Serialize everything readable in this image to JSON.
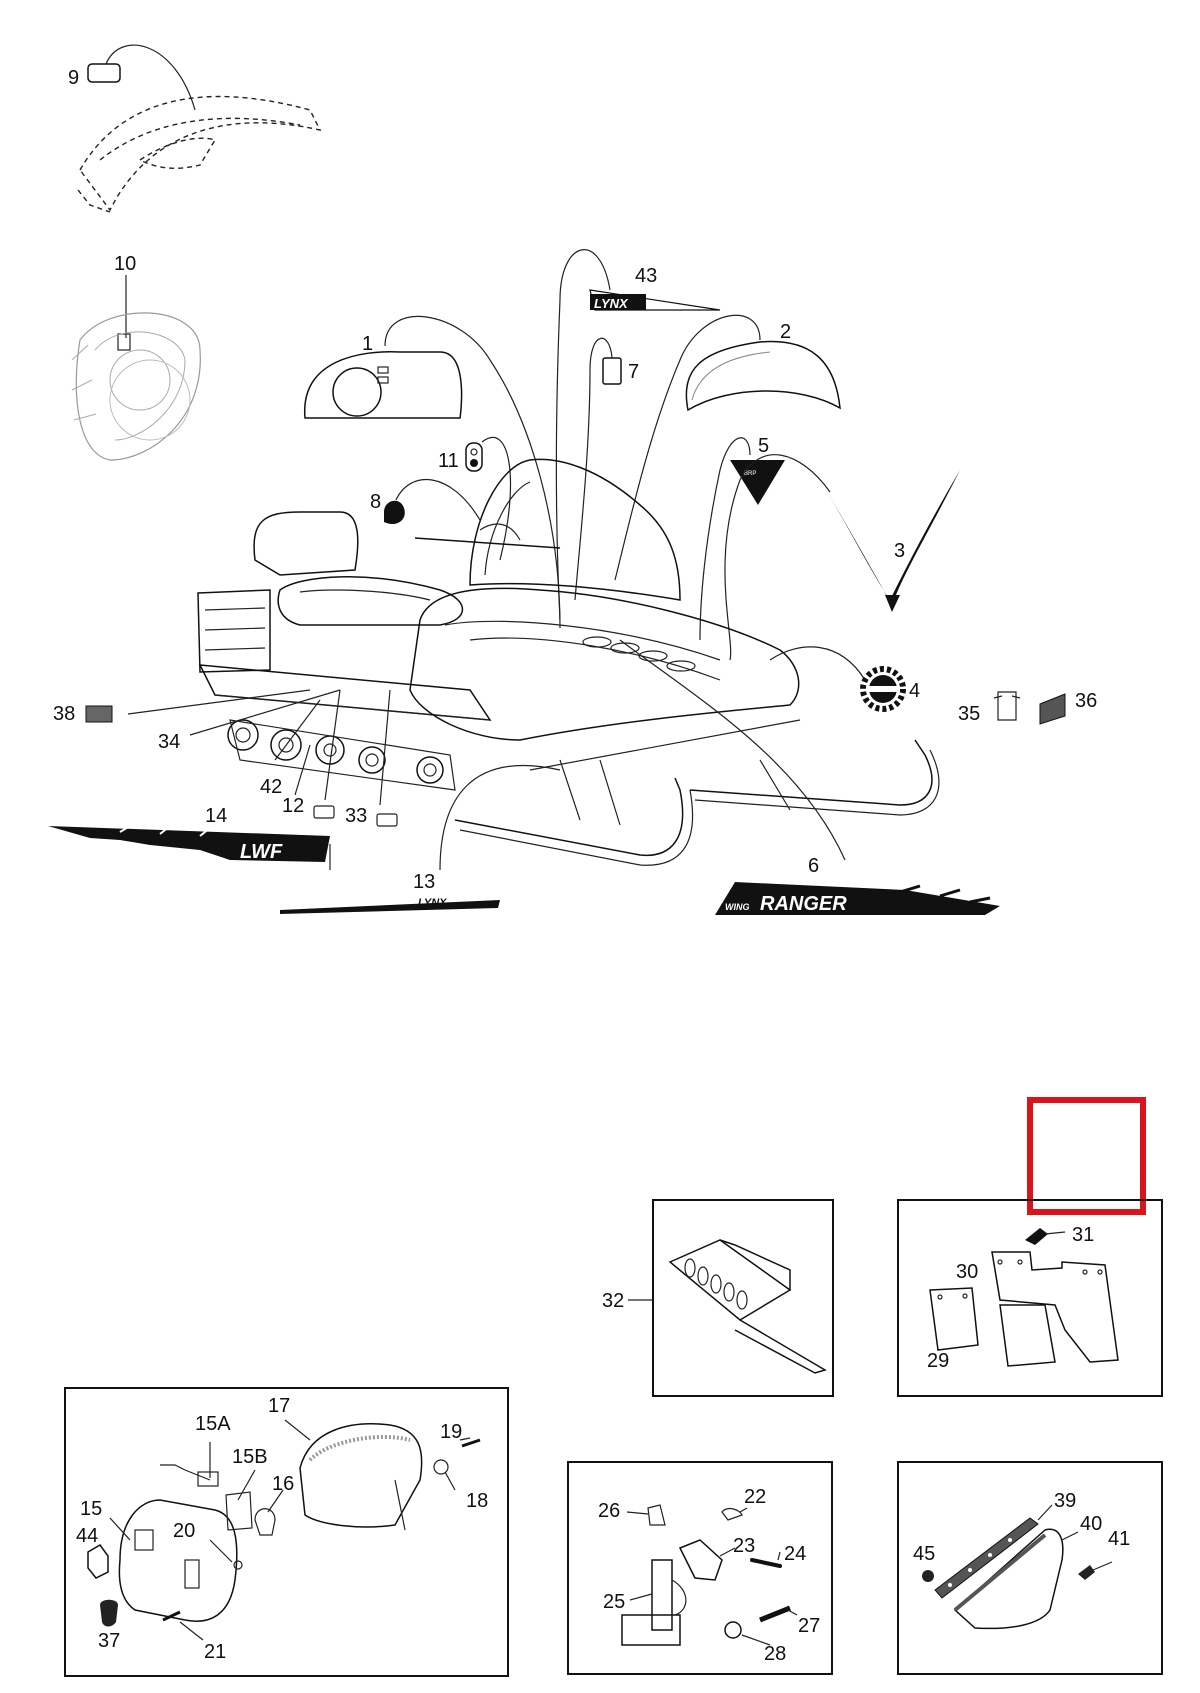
{
  "callouts": {
    "c1": "1",
    "c2": "2",
    "c3": "3",
    "c4": "4",
    "c5": "5",
    "c6": "6",
    "c7": "7",
    "c8": "8",
    "c9": "9",
    "c10": "10",
    "c11": "11",
    "c12": "12",
    "c13": "13",
    "c14": "14",
    "c15": "15",
    "c15a": "15A",
    "c15b": "15B",
    "c16": "16",
    "c17": "17",
    "c18": "18",
    "c19": "19",
    "c20": "20",
    "c21": "21",
    "c22": "22",
    "c23": "23",
    "c24": "24",
    "c25": "25",
    "c26": "26",
    "c27": "27",
    "c28": "28",
    "c29": "29",
    "c30": "30",
    "c31": "31",
    "c32": "32",
    "c33": "33",
    "c34": "34",
    "c35": "35",
    "c36": "36",
    "c37": "37",
    "c38": "38",
    "c39": "39",
    "c40": "40",
    "c41": "41",
    "c42": "42",
    "c43": "43",
    "c44": "44",
    "c45": "45"
  },
  "decals": {
    "lwf": "LWF",
    "lynx_top": "LYNX",
    "lynx_bottom": "LYNX",
    "ranger": "RANGER",
    "wing": "WING"
  },
  "highlight_color": "#d9151b"
}
